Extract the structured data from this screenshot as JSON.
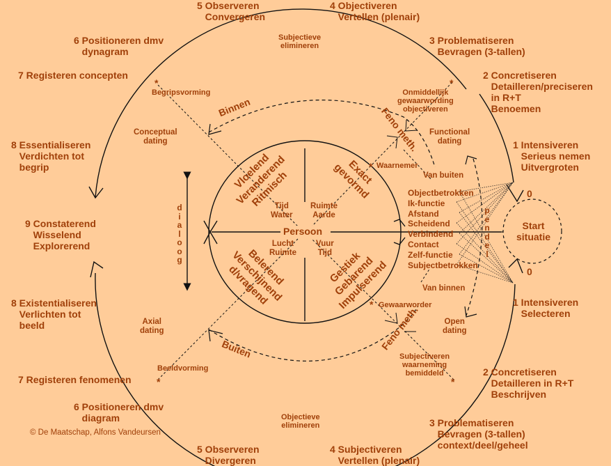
{
  "colors": {
    "background": "#ffcc99",
    "text": "#a0400a",
    "lines": "#1a1a1a"
  },
  "outer_cycle": {
    "top": [
      {
        "step": "5 Observeren\n   Convergeren"
      },
      {
        "step": "4 Objectiveren\n   Vertellen (plenair)"
      },
      {
        "step": "3 Problematiseren\n   Bevragen (3-tallen)"
      },
      {
        "step": "2 Concretiseren\n   Detailleren/preciseren\n   in R+T\n   Benoemen"
      },
      {
        "step": "1 Intensiveren\n   Serieus nemen\n   Uitvergroten"
      },
      {
        "step": "6 Positioneren dmv\n   dynagram"
      },
      {
        "step": "7 Registeren concepten"
      },
      {
        "step": "8 Essentialiseren\n   Verdichten tot\n   begrip"
      }
    ],
    "middle": "9 Constaterend\n   Wisselend\n   Explorerend",
    "bottom": [
      {
        "step": "1 Intensiveren\n   Selecteren"
      },
      {
        "step": "2 Concretiseren\n   Detailleren in R+T\n   Beschrijven"
      },
      {
        "step": "3 Problematiseren\n   Bevragen (3-tallen)\n   context/deel/geheel"
      },
      {
        "step": "4 Subjectiveren\n   Vertellen (plenair)"
      },
      {
        "step": "5 Observeren\n   Divergeren"
      },
      {
        "step": "6 Positioneren dmv\n   diagram"
      },
      {
        "step": "7 Registeren fenomenen"
      },
      {
        "step": "8 Existentialiseren\n   Verlichten tot\n   beeld"
      }
    ]
  },
  "inner_ring": {
    "subjectieve": "Subjectieve\nelimineren",
    "objectieve": "Objectieve\nelimineren",
    "begripsvorming": "Begripsvorming",
    "beeldvorming": "Beeldvorming",
    "conceptual": "Conceptual\ndating",
    "axial": "Axial\ndating",
    "functional": "Functional\ndating",
    "open": "Open\ndating",
    "onmiddellijk": "Onmiddellijk\ngewaarwording\nobjectiveren",
    "subjectiveren": "Subjectiveren\nwaarneming\nbemiddeld",
    "binnen": "Binnen",
    "buiten": "Buiten",
    "feno_top": "Feno meth.",
    "feno_bottom": "Feno meth.",
    "waarnemer": "Waarnemer",
    "gewaarworder": "Gewaarworder",
    "van_buiten": "Van buiten",
    "van_binnen": "Van binnen",
    "dialoog": "d\ni\na\nl\no\no\ng",
    "pendel": "p\ne\nn\nd\ne\nl"
  },
  "person_circle": {
    "center": "Persoon",
    "q_tl": "Vloelend\nVeranderend\nRitmisch",
    "q_tr": "Exact\ngevormd",
    "q_bl": "Belerend\nVerschijnend\nd/vragend",
    "q_br": "Gestiek\nGebarend\nImpulserend",
    "tijd_water": "Tijd\nWater",
    "ruimte_aarde": "Ruimte\nAarde",
    "lucht_ruimte": "Lucht\nRuimte",
    "vuur_tijd": "Vuur\nTijd"
  },
  "functions_list": [
    "Objectbetrokken",
    "Ik-functie",
    "Afstand",
    "Scheidend",
    "Verbindend",
    "Contact",
    "Zelf-functie",
    "Subjectbetrokken"
  ],
  "start": {
    "label": "Start\nsituatie",
    "zero_top": "0",
    "zero_bottom": "0"
  },
  "copyright": "© De Maatschap, Alfons Vandeursen",
  "star_symbol": "*"
}
